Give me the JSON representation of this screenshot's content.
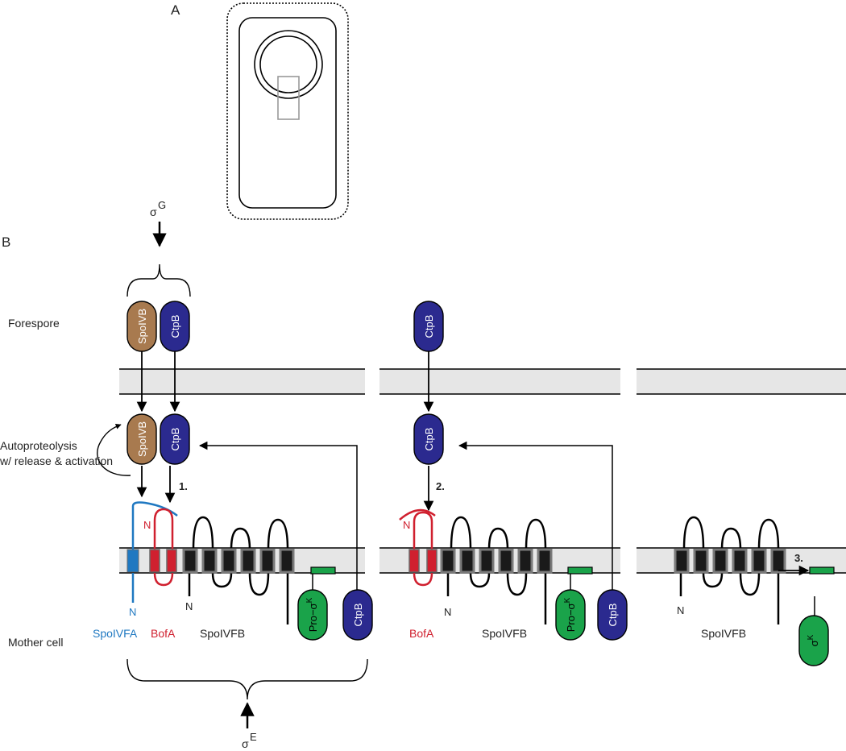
{
  "panel_labels": {
    "a": "A",
    "b": "B"
  },
  "compartments": {
    "forespore": "Forespore",
    "mother_cell": "Mother cell"
  },
  "process": {
    "autoproteolysis_line1": "Autoproteolysis",
    "autoproteolysis_line2": "w/ release & activation"
  },
  "sigma": {
    "sigma_symbol": "σ",
    "g": "G",
    "e": "E",
    "k": "K",
    "pro_prefix": "Pro−",
    "pro_sigma_k": "Pro−σK",
    "sigma_k": "σK"
  },
  "proteins": {
    "spoivb": "SpoIVB",
    "ctpb": "CtpB",
    "spoivfa": "SpoIVFA",
    "bofa": "BofA",
    "spoivfb": "SpoIVFB",
    "n_terminus": "N"
  },
  "steps": {
    "s1": "1.",
    "s2": "2.",
    "s3": "3."
  },
  "colors": {
    "spoivb": "#a87a4f",
    "ctpb": "#2b2a8f",
    "pro_sigma_k": "#1aa34a",
    "spoivfa": "#1f78c1",
    "bofa": "#d0202f",
    "membrane": "#e6e6e6",
    "tm_dark": "#1a1a1a",
    "tm_border": "#7a7a7a",
    "outline": "#000000",
    "inset_box": "#999999"
  }
}
